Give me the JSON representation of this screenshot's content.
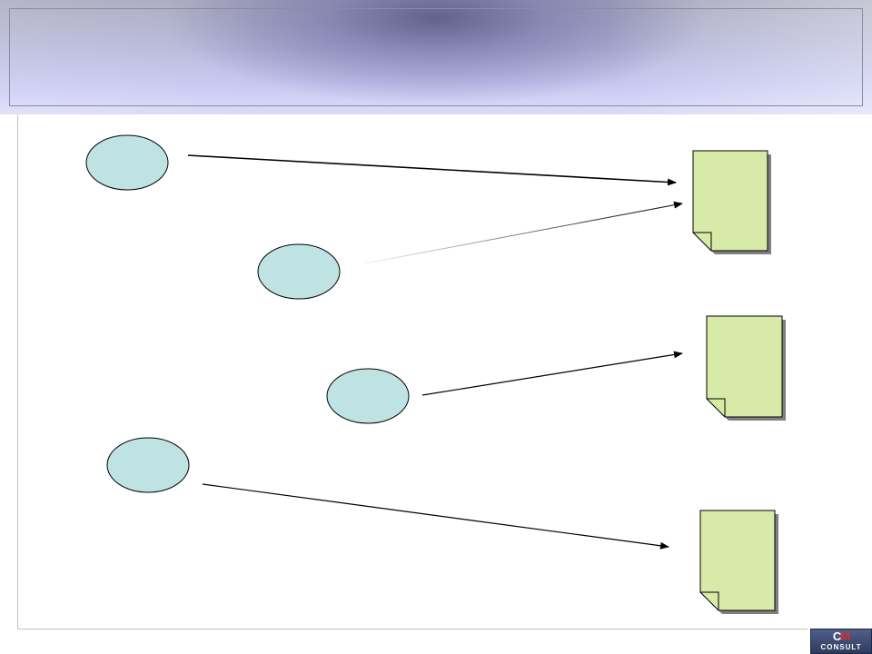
{
  "colors": {
    "ellipse_fill": "#bfe3e3",
    "document_fill": "#d8eaa8",
    "shadow": "#7f7f7f",
    "stroke": "#000000"
  },
  "logo": {
    "top_c": "C",
    "top_m": "M",
    "bottom": "CONSULT"
  }
}
